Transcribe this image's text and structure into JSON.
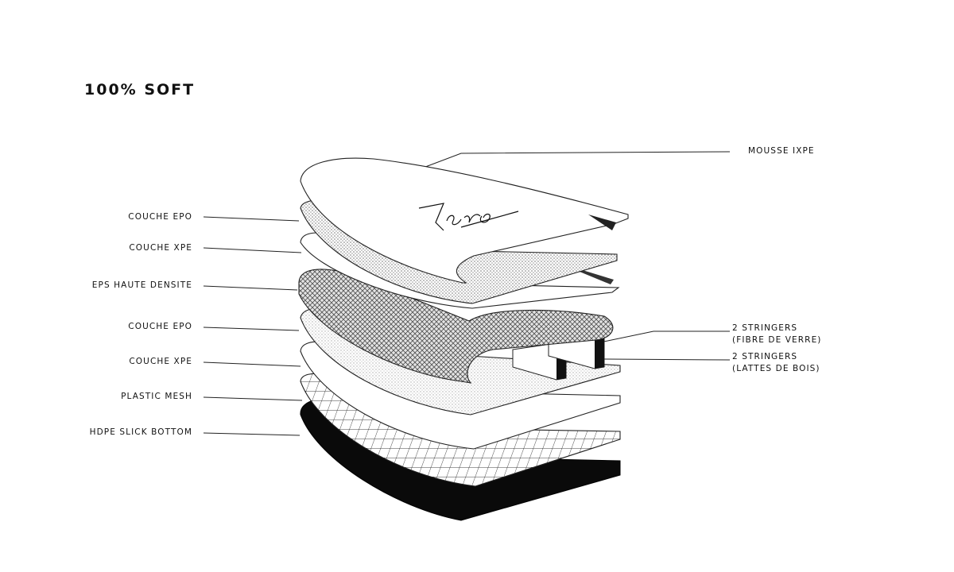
{
  "title": "100% SOFT",
  "logo_text": "Zero",
  "layers_left": [
    {
      "label": "COUCHE EPO"
    },
    {
      "label": "COUCHE XPE"
    },
    {
      "label": "EPS HAUTE DENSITE"
    },
    {
      "label": "COUCHE EPO"
    },
    {
      "label": "COUCHE XPE"
    },
    {
      "label": "PLASTIC MESH"
    },
    {
      "label": "HDPE SLICK BOTTOM"
    }
  ],
  "layers_right": [
    {
      "line1": "MOUSSE IXPE",
      "line2": ""
    },
    {
      "line1": "2 STRINGERS",
      "line2": "(FIBRE DE VERRE)"
    },
    {
      "line1": "2 STRINGERS",
      "line2": "(LATTES DE BOIS)"
    }
  ]
}
